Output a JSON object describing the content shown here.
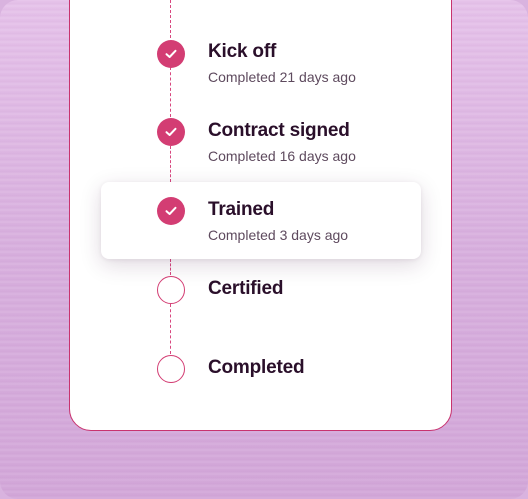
{
  "timeline": {
    "steps": [
      {
        "title": "Kick off",
        "status": "Completed 21 days ago",
        "done": true,
        "icon": "check-icon"
      },
      {
        "title": "Contract signed",
        "status": "Completed 16 days ago",
        "done": true,
        "icon": "check-icon"
      },
      {
        "title": "Trained",
        "status": "Completed 3 days ago",
        "done": true,
        "icon": "check-icon",
        "highlighted": true
      },
      {
        "title": "Certified",
        "status": "",
        "done": false,
        "icon": "empty-circle-icon"
      },
      {
        "title": "Completed",
        "status": "",
        "done": false,
        "icon": "empty-circle-icon"
      }
    ]
  },
  "colors": {
    "accent": "#d33d73",
    "title_text": "#2a0f2a",
    "sub_text": "#5e4a5e",
    "background": "#d9b3df"
  }
}
